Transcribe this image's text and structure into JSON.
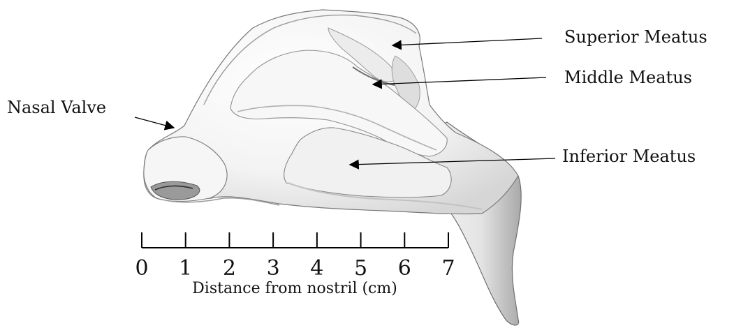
{
  "labels": {
    "superior_meatus": "Superior Meatus",
    "middle_meatus": "Middle Meatus",
    "nasal_valve": "Nasal Valve",
    "inferior_meatus": "Inferior Meatus"
  },
  "scale": {
    "ticks": [
      "0",
      "1",
      "2",
      "3",
      "4",
      "5",
      "6",
      "7"
    ],
    "caption": "Distance from nostril (cm)"
  }
}
